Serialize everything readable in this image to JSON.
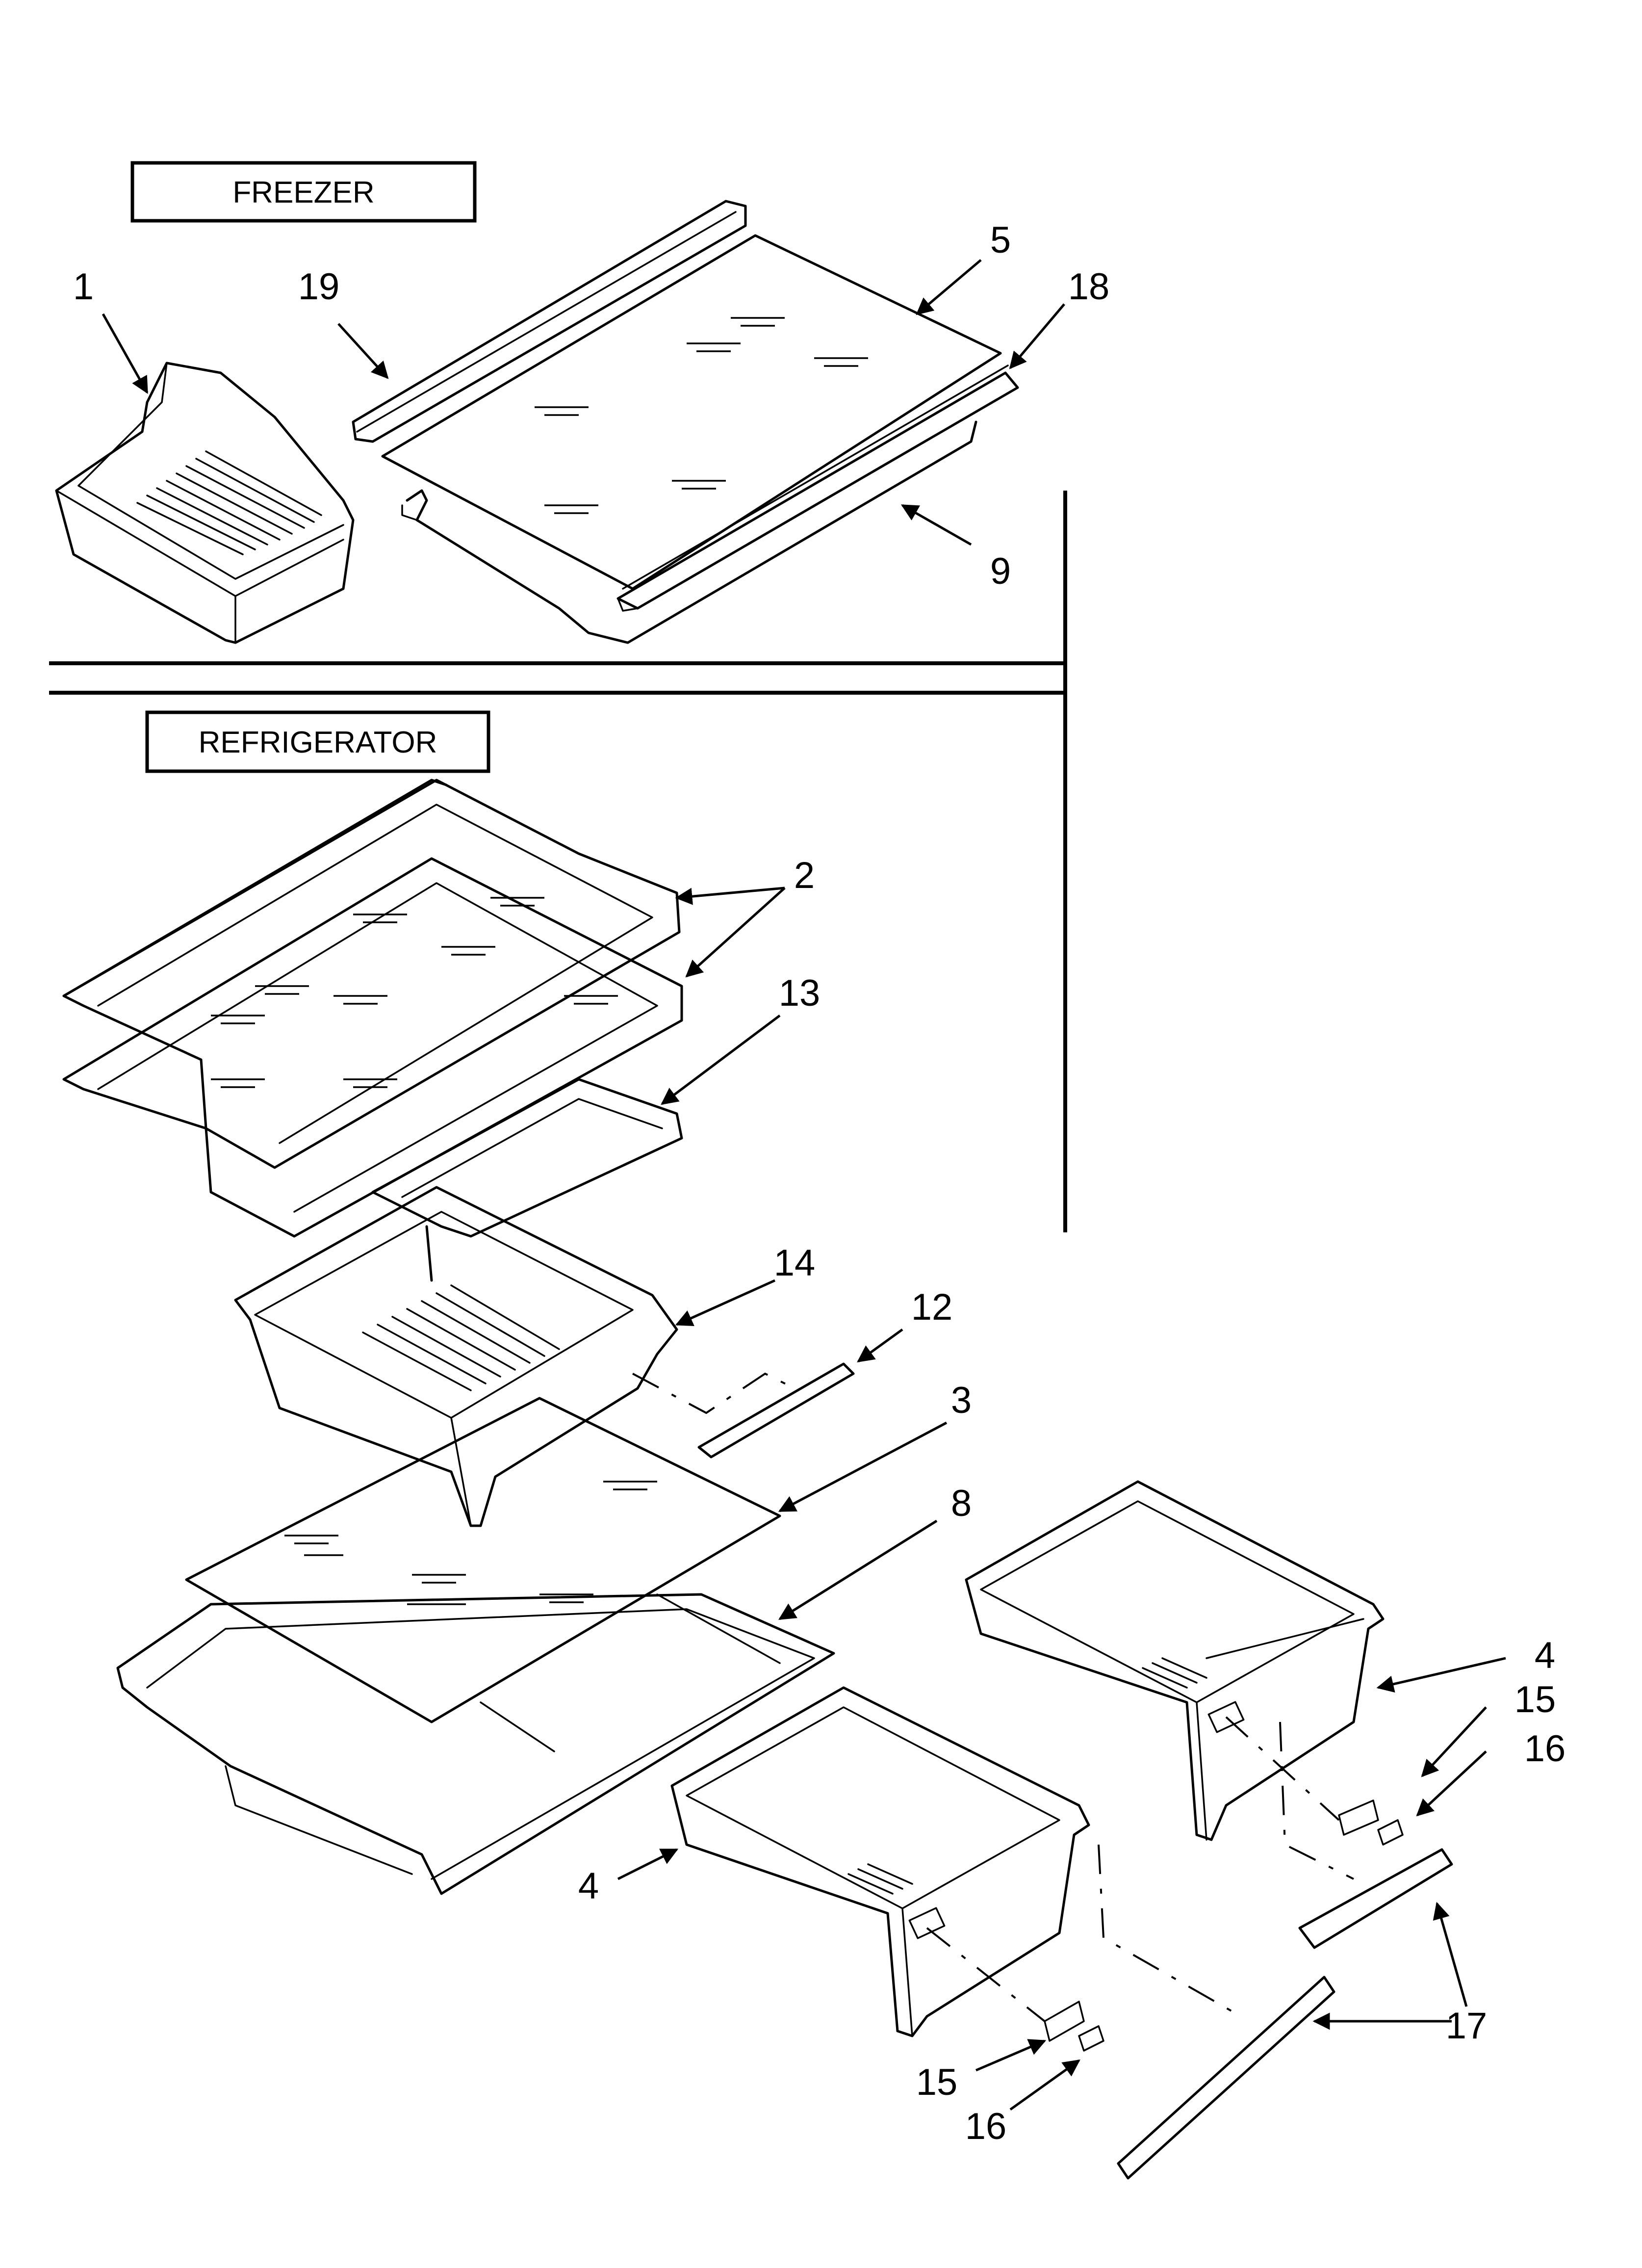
{
  "sections": {
    "freezer": "FREEZER",
    "refrigerator": "REFRIGERATOR"
  },
  "callouts": {
    "c1": "1",
    "c19": "19",
    "c5": "5",
    "c18": "18",
    "c9": "9",
    "c2": "2",
    "c13": "13",
    "c14": "14",
    "c12": "12",
    "c3": "3",
    "c8": "8",
    "c4a": "4",
    "c15a": "15",
    "c16a": "16",
    "c4b": "4",
    "c17a": "17",
    "c17b": "17",
    "c15b": "15",
    "c16b": "16"
  }
}
